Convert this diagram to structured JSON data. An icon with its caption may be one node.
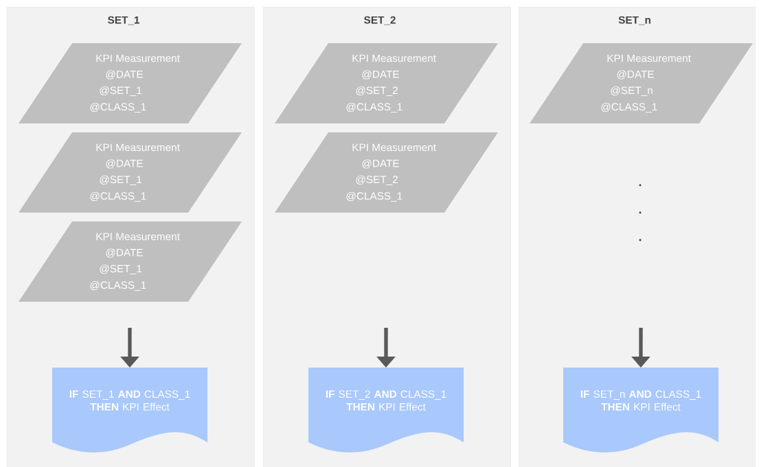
{
  "diagram": {
    "nodes": [
      {
        "text": [
          "SET_1"
        ]
      },
      {
        "text": [
          "KPI Measurement",
          "@DATE",
          "@SET_1",
          "@CLASS_1"
        ],
        "in": 0
      },
      {
        "text": [
          "KPI Measurement",
          "@DATE",
          "@SET_1",
          "@CLASS_1"
        ],
        "in": 0
      },
      {
        "text": [
          "KPI Measurement",
          "@DATE",
          "@SET_1",
          "@CLASS_1"
        ],
        "in": 0
      },
      {
        "text": [
          "**IF** SET_1 **AND** CLASS_1 **THEN** KPI Effect"
        ],
        "in": 0
      },
      {
        "text": [
          "SET_2"
        ]
      },
      {
        "text": [
          "KPI Measurement",
          "@DATE",
          "@SET_2",
          "@CLASS_1"
        ],
        "in": 5
      },
      {
        "text": [
          "KPI Measurement",
          "@DATE",
          "@SET_2",
          "@CLASS_1"
        ],
        "in": 5
      },
      {
        "text": [
          "**IF** SET_2 **AND** CLASS_1 **THEN** KPI Effect"
        ],
        "in": 5
      },
      {
        "text": [
          "SET_n"
        ]
      },
      {
        "text": [
          "KPI Measurement",
          "@DATE",
          "@SET_n",
          "@CLASS_1"
        ],
        "in": 9
      },
      {
        "text": [
          "**IF** SET_n **AND** CLASS_1 **THEN** KPI Effect"
        ],
        "in": 9
      }
    ],
    "edges": [
      {
        "from": null,
        "to": 4,
        "arrow": "to"
      },
      {
        "from": null,
        "to": 8,
        "arrow": "to"
      },
      {
        "from": null,
        "to": 11,
        "arrow": "to"
      }
    ]
  }
}
